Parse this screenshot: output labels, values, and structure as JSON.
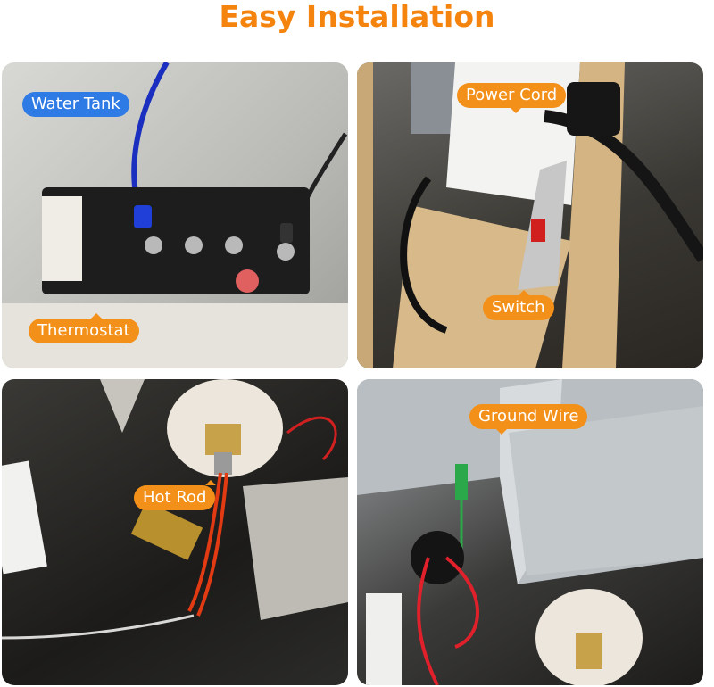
{
  "title": "Easy Installation",
  "panels": [
    {
      "labels": [
        "Water Tank",
        "Thermostat"
      ]
    },
    {
      "labels": [
        "Power Cord",
        "Switch"
      ]
    },
    {
      "labels": [
        "Hot Rod"
      ]
    },
    {
      "labels": [
        "Ground Wire"
      ]
    }
  ],
  "colors": {
    "title": "#f5840f",
    "label_orange": "#f39019",
    "label_blue": "#2f7be6"
  }
}
